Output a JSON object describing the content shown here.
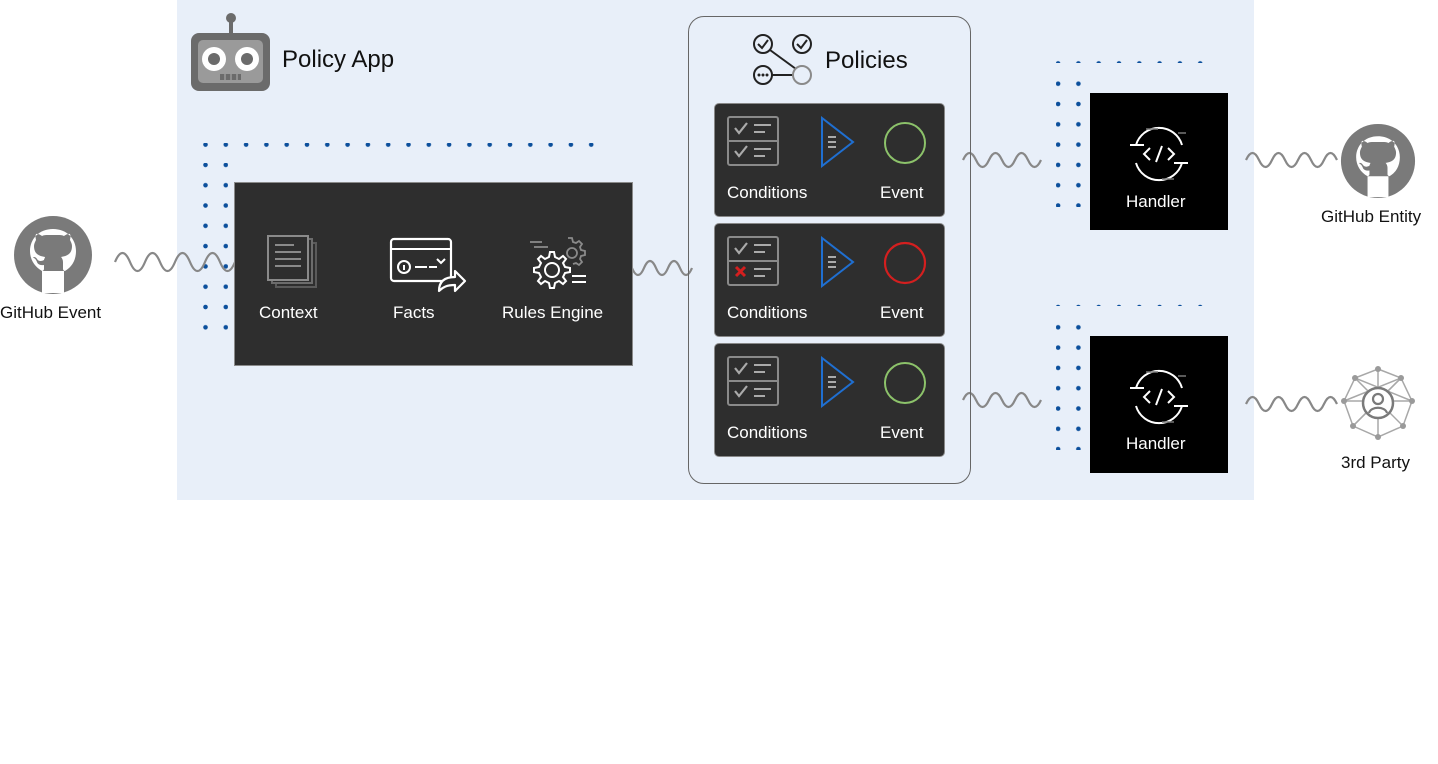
{
  "app": {
    "title": "Policy App"
  },
  "source": {
    "label": "GitHub Event",
    "icon": "github-icon"
  },
  "pipeline": {
    "steps": [
      {
        "label": "Context",
        "icon": "document-stack-icon"
      },
      {
        "label": "Facts",
        "icon": "facts-card-icon"
      },
      {
        "label": "Rules Engine",
        "icon": "gears-icon"
      }
    ]
  },
  "policies": {
    "title": "Policies",
    "icon": "policy-flow-icon",
    "items": [
      {
        "conditions_label": "Conditions",
        "event_label": "Event",
        "status": "pass",
        "event_color": "#8cc26a"
      },
      {
        "conditions_label": "Conditions",
        "event_label": "Event",
        "status": "fail",
        "event_color": "#d41f1f"
      },
      {
        "conditions_label": "Conditions",
        "event_label": "Event",
        "status": "pass",
        "event_color": "#8cc26a"
      }
    ]
  },
  "handlers": [
    {
      "label": "Handler",
      "icon": "code-handler-icon"
    },
    {
      "label": "Handler",
      "icon": "code-handler-icon"
    }
  ],
  "targets": [
    {
      "label": "GitHub Entity",
      "icon": "github-icon"
    },
    {
      "label": "3rd Party",
      "icon": "network-person-icon"
    }
  ],
  "colors": {
    "panel": "#e8eff9",
    "dots": "#0b4f9c",
    "card": "#2e2e2e",
    "accent_blue": "#1f6fd1",
    "pass": "#8cc26a",
    "fail": "#d41f1f"
  }
}
